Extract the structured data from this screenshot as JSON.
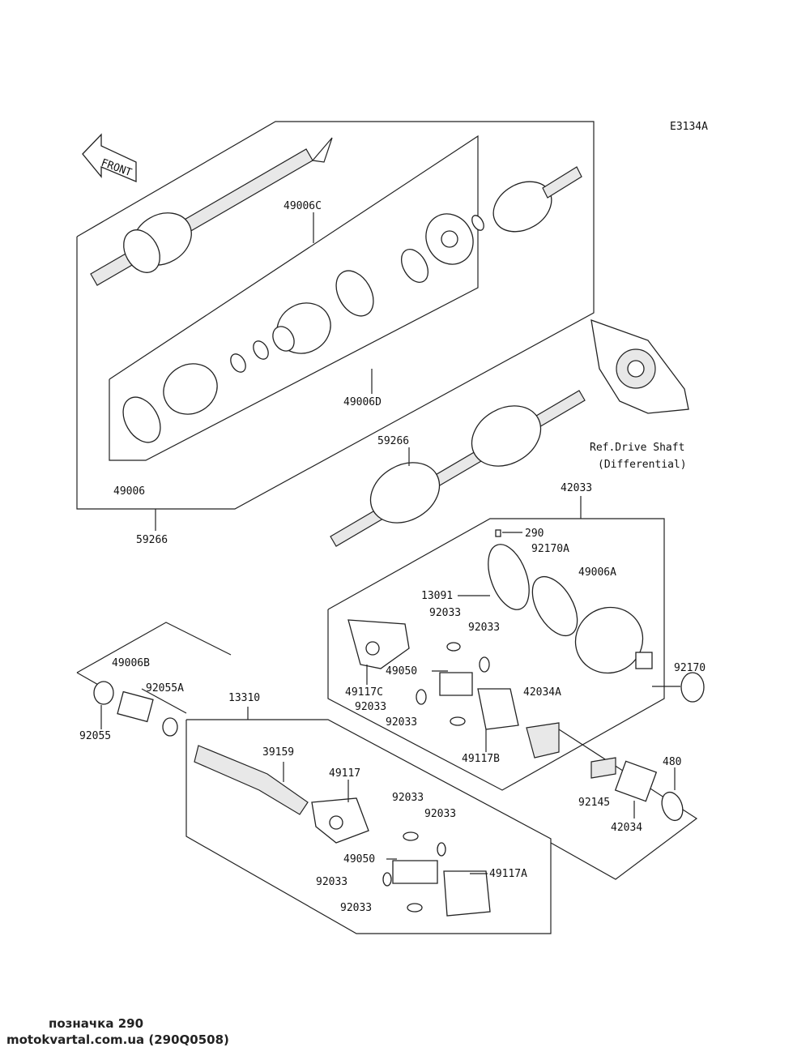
{
  "diagram_code": "E3134A",
  "front_label": "FRONT",
  "ref_note": {
    "line1": "Ref.Drive Shaft",
    "line2": "(Differential)"
  },
  "labels": {
    "p49006C": "49006C",
    "p49006D": "49006D",
    "p49006": "49006",
    "p59266a": "59266",
    "p59266b": "59266",
    "p42033": "42033",
    "p290": "290",
    "p92170A": "92170A",
    "p49006A": "49006A",
    "p13091": "13091",
    "p92033a": "92033",
    "p92033b": "92033",
    "p49050a": "49050",
    "p49117C": "49117C",
    "p92033c": "92033",
    "p92033d": "92033",
    "p42034A": "42034A",
    "p49117B": "49117B",
    "p92170": "92170",
    "p49006B": "49006B",
    "p92055A": "92055A",
    "p92055": "92055",
    "p13310": "13310",
    "p39159": "39159",
    "p49117": "49117",
    "p92033e": "92033",
    "p92033f": "92033",
    "p49050b": "49050",
    "p92033g": "92033",
    "p92033h": "92033",
    "p49117A": "49117A",
    "p480": "480",
    "p92145": "92145",
    "p42034": "42034"
  },
  "footer": {
    "line1": "позначка 290",
    "line2": "motokvartal.com.ua (290Q0508)"
  }
}
